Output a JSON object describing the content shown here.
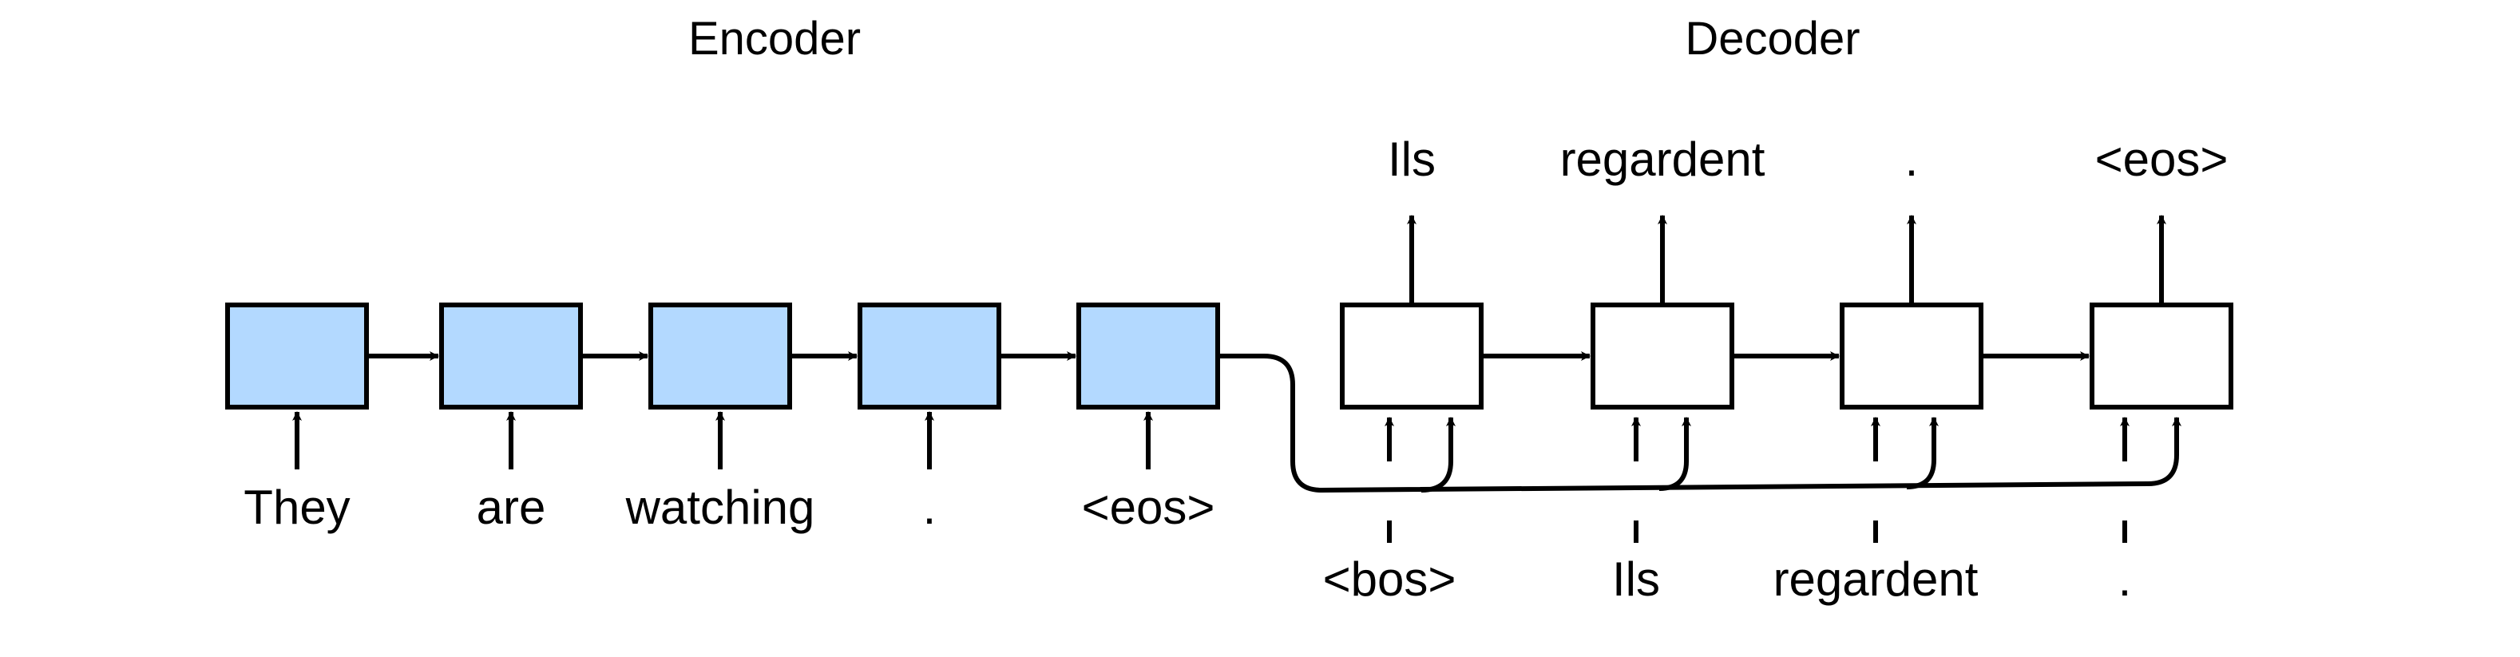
{
  "colors": {
    "encoder_fill": "#b3d9ff",
    "decoder_fill": "#ffffff",
    "stroke": "#000000",
    "background": "#ffffff"
  },
  "titles": {
    "encoder": "Encoder",
    "decoder": "Decoder"
  },
  "encoder": {
    "inputs": [
      "They",
      "are",
      "watching",
      ".",
      "<eos>"
    ]
  },
  "decoder": {
    "outputs": [
      "Ils",
      "regardent",
      ".",
      "<eos>"
    ],
    "inputs": [
      "<bos>",
      "Ils",
      "regardent",
      "."
    ]
  }
}
